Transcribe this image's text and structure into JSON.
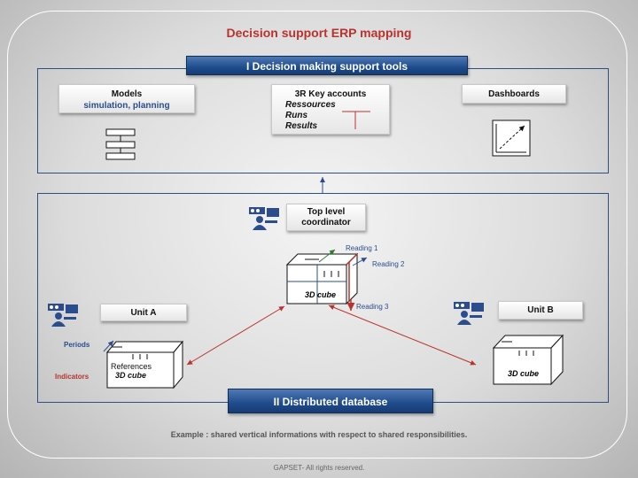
{
  "title": "Decision support ERP mapping",
  "section1": {
    "label": "I  Decision making support  tools"
  },
  "models": {
    "title": "Models",
    "subtitle": "simulation, planning"
  },
  "keyaccounts": {
    "title": "3R Key accounts",
    "items": [
      "Ressources",
      "Runs",
      "Results"
    ]
  },
  "dashboards": {
    "title": "Dashboards"
  },
  "coordinator": {
    "line1": "Top level",
    "line2": "coordinator"
  },
  "cube_center": {
    "label": "3D cube",
    "reading1": "Reading 1",
    "reading2": "Reading 2",
    "reading3": "Reading 3"
  },
  "unit_a": {
    "label": "Unit A",
    "periods": "Periods",
    "indicators": "Indicators",
    "cube_line1": "References",
    "cube_line2": "3D cube"
  },
  "unit_b": {
    "label": "Unit  B",
    "cube_label": "3D cube"
  },
  "section2": {
    "label": "II Distributed database"
  },
  "example": "Example : shared vertical informations with respect to shared responsibilities.",
  "copyright": "GAPSET- All rights reserved.",
  "colors": {
    "accent_red": "#b8332e",
    "accent_blue": "#2b4d8e",
    "bar_blue": "#1f4c8c",
    "arrow_green": "#2e7d32"
  },
  "icons": [
    "user-computer-icon"
  ]
}
